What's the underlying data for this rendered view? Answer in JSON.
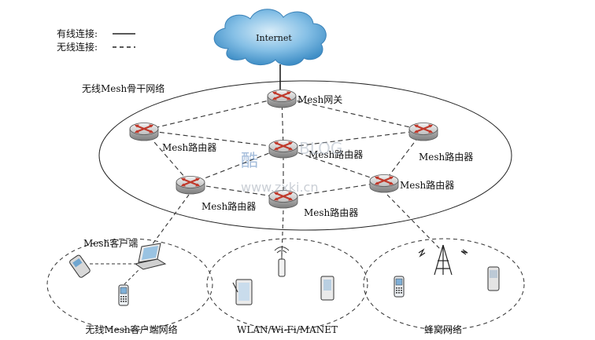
{
  "legend": {
    "wired": "有线连接:",
    "wireless": "无线连接:"
  },
  "cloud_label": "Internet",
  "backbone_label": "无线Mesh骨干网络",
  "nodes": {
    "gateway": "Mesh网关",
    "router_left_top": "Mesh路由器",
    "router_center": "Mesh路由器",
    "router_right_top": "Mesh路由器",
    "router_left_bottom": "Mesh路由器",
    "router_center_bottom": "Mesh路由器",
    "router_right_bottom": "Mesh路由器"
  },
  "client_label": "Mesh客户端",
  "groups": {
    "client_network": "无线Mesh客户端网络",
    "wlan": "WLAN/Wi-Fi/MANET",
    "cellular": "蜂窝网络"
  },
  "watermark": {
    "brand_a": "酷",
    "brand_b": "BLOG",
    "url": "www.zxki.cn"
  },
  "colors": {
    "router_body": "#c8c8c8",
    "router_arrows": "#c0392b",
    "cloud": "#6fb1de",
    "line": "#222222"
  }
}
